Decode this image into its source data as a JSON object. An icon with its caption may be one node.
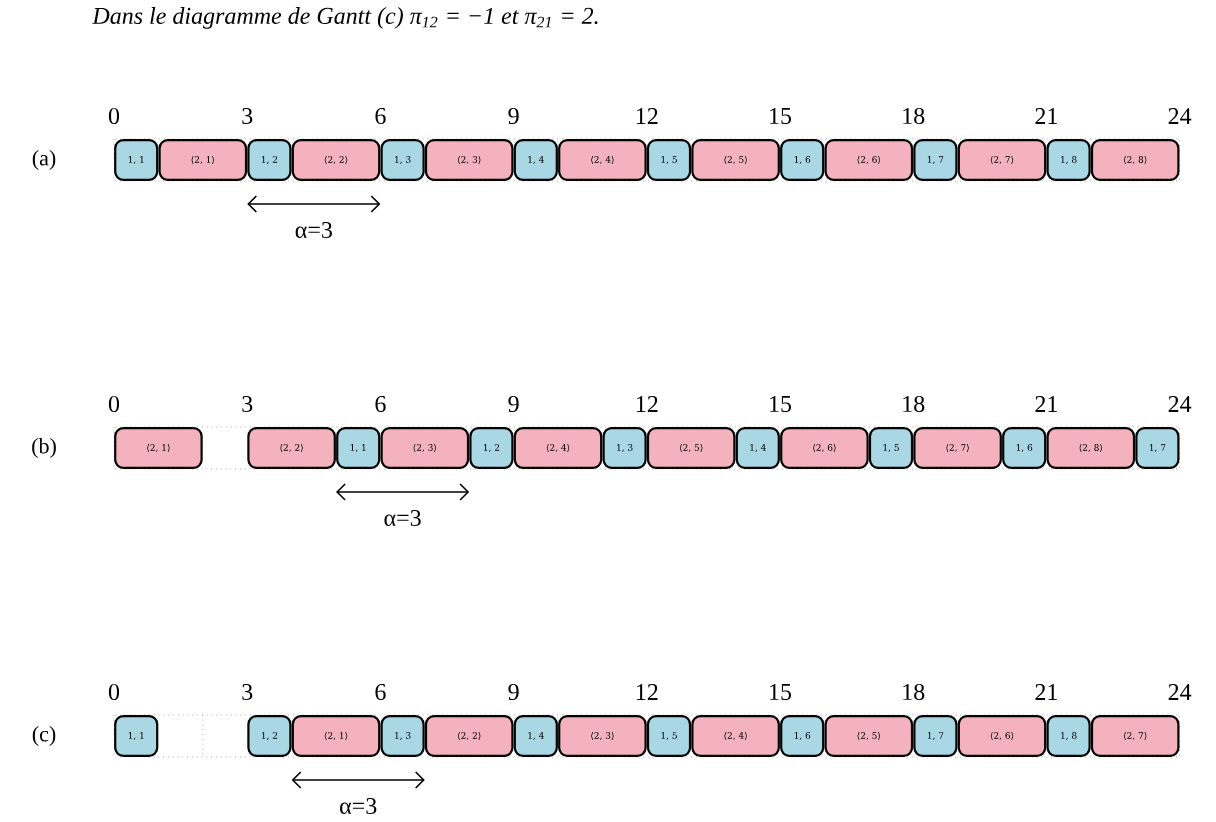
{
  "diagram": {
    "nodes": [
      {
        "text": [
          "1, 1"
        ]
      },
      {
        "text": [
          "⟨2, 1⟩"
        ]
      },
      {
        "text": [
          "1, 2"
        ]
      },
      {
        "text": [
          "⟨2, 2⟩"
        ]
      },
      {
        "text": [
          "1, 3"
        ]
      },
      {
        "text": [
          "⟨2, 3⟩"
        ]
      },
      {
        "text": [
          "1, 4"
        ]
      },
      {
        "text": [
          "⟨2, 4⟩"
        ]
      },
      {
        "text": [
          "1, 5"
        ]
      },
      {
        "text": [
          "⟨2, 5⟩"
        ]
      },
      {
        "text": [
          "1, 6"
        ]
      },
      {
        "text": [
          "⟨2, 6⟩"
        ]
      },
      {
        "text": [
          "1, 7"
        ]
      },
      {
        "text": [
          "⟨2, 7⟩"
        ]
      },
      {
        "text": [
          "1, 8"
        ]
      },
      {
        "text": [
          "⟨2, 8⟩"
        ]
      },
      {
        "text": [
          "⟨2, 1⟩"
        ]
      },
      {
        "text": [
          "⟨2, 2⟩"
        ]
      },
      {
        "text": [
          "1, 1"
        ]
      },
      {
        "text": [
          "⟨2, 3⟩"
        ]
      },
      {
        "text": [
          "1, 2"
        ]
      },
      {
        "text": [
          "⟨2, 4⟩"
        ]
      },
      {
        "text": [
          "1, 3"
        ]
      },
      {
        "text": [
          "⟨2, 5⟩"
        ]
      },
      {
        "text": [
          "1, 4"
        ]
      },
      {
        "text": [
          "⟨2, 6⟩"
        ]
      },
      {
        "text": [
          "1, 5"
        ]
      },
      {
        "text": [
          "⟨2, 7⟩"
        ]
      },
      {
        "text": [
          "1, 6"
        ]
      },
      {
        "text": [
          "⟨2, 8⟩"
        ]
      },
      {
        "text": [
          "1, 7"
        ]
      },
      {
        "text": [
          "1, 1"
        ]
      },
      {
        "text": [
          "1, 2"
        ]
      },
      {
        "text": [
          "⟨2, 1⟩"
        ]
      },
      {
        "text": [
          "1, 3"
        ]
      },
      {
        "text": [
          "⟨2, 2⟩"
        ]
      },
      {
        "text": [
          "1, 4"
        ]
      },
      {
        "text": [
          "⟨2, 3⟩"
        ]
      },
      {
        "text": [
          "1, 5"
        ]
      },
      {
        "text": [
          "⟨2, 4⟩"
        ]
      },
      {
        "text": [
          "1, 6"
        ]
      },
      {
        "text": [
          "⟨2, 5⟩"
        ]
      },
      {
        "text": [
          "1, 7"
        ]
      },
      {
        "text": [
          "⟨2, 6⟩"
        ]
      },
      {
        "text": [
          "1, 8"
        ]
      },
      {
        "text": [
          "⟨2, 7⟩"
        ]
      }
    ],
    "labels": [
      "Dans le diagramme de Gantt (c) π$_{12}$ = −1 et π$_{21}$ = 2.",
      "0",
      "3",
      "6",
      "9",
      "12",
      "15",
      "18",
      "21",
      "24",
      "(a)",
      "α=3",
      "0",
      "3",
      "6",
      "9",
      "12",
      "15",
      "18",
      "21",
      "24",
      "(b)",
      "α=3",
      "0",
      "3",
      "6",
      "9",
      "12",
      "15",
      "18",
      "21",
      "24",
      "(c)",
      "α=3"
    ]
  }
}
